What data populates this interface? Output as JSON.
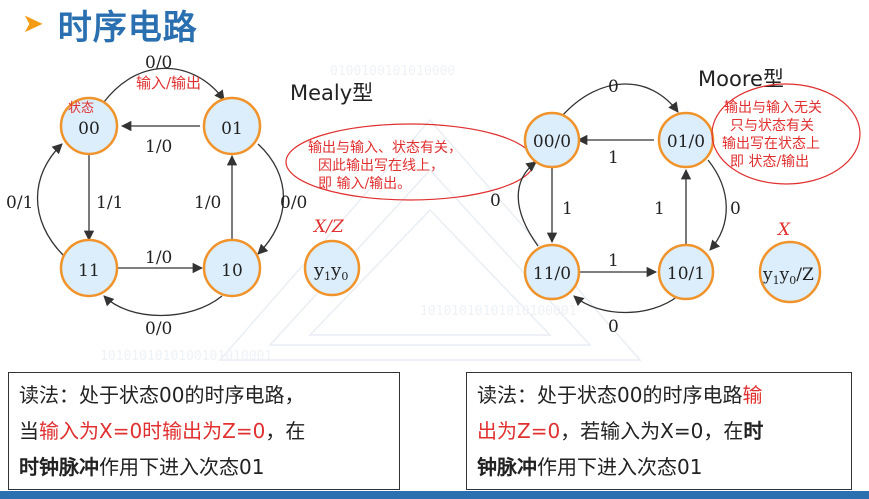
{
  "title": "时序电路",
  "mealy": {
    "label": "Mealy型",
    "states": [
      "00",
      "01",
      "11",
      "10"
    ],
    "state_caption": "状态",
    "edges": {
      "s00_to_01": "0/0",
      "io_caption": "输入/输出",
      "s01_to_00": "1/0",
      "s00_to_11": "1/1",
      "s11_to_00": "0/1",
      "s10_to_01": "1/0",
      "s01_to_10": "0/0",
      "s11_to_10": "1/0",
      "s10_to_11": "0/0"
    },
    "note": [
      "输出与输入、状态有关，",
      "因此输出写在线上，",
      "即 输入/输出。"
    ],
    "legend_top": "X/Z",
    "legend_y1": "y",
    "legend_s1": "1",
    "legend_y0": "y",
    "legend_s0": "0"
  },
  "moore": {
    "label": "Moore型",
    "states": [
      "00/0",
      "01/0",
      "11/0",
      "10/1"
    ],
    "edges": {
      "s00_to_01": "0",
      "s01_to_00": "1",
      "s11_to_00": "0",
      "s00_to_11": "1",
      "s10_to_01": "1",
      "s01_to_10": "0",
      "s11_to_10": "1",
      "s10_to_11": "0"
    },
    "note": [
      "输出与输入无关",
      "只与状态有关",
      "输出写在状态上",
      "即 状态/输出"
    ],
    "legend_top": "X",
    "legend_y1": "y",
    "legend_s1": "1",
    "legend_y0": "y",
    "legend_s0": "0",
    "legend_z": "/Z"
  },
  "read_left": {
    "p1": "读法：处于状态00的时序电路，",
    "p2": "当",
    "p3": "输入为X=0时输出为Z=0",
    "p4": "，在",
    "p5": "时钟脉冲",
    "p6": "作用下进入次态01"
  },
  "read_right": {
    "p1": "读法：处于状态00的时序电路",
    "p2": "输",
    "p3": "出为Z=0",
    "p4": "，若输入为X=0，在",
    "p5": "时",
    "p6": "钟脉冲",
    "p7": "作用下进入次态01"
  },
  "colors": {
    "node_fill": "#dceefb",
    "node_stroke": "#f0932b",
    "title_blue": "#2a6fb0",
    "accent_orange": "#f39c12",
    "annotation_red": "#e03030"
  }
}
